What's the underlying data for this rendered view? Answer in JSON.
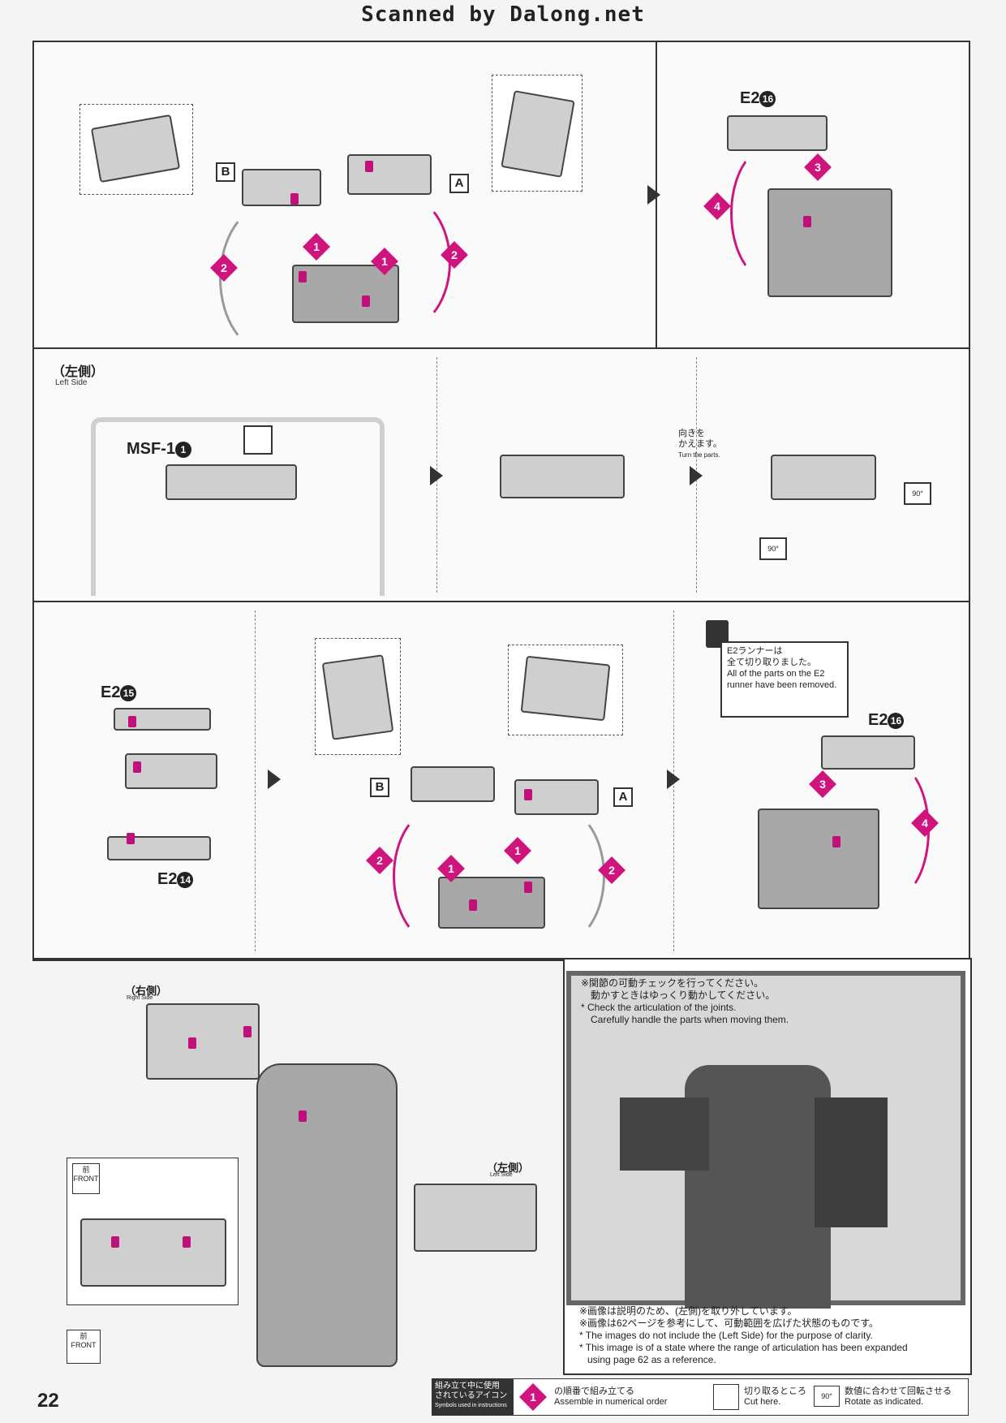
{
  "header": {
    "scan_credit": "Scanned by Dalong.net"
  },
  "page": {
    "number": "22"
  },
  "labels": {
    "B": "B",
    "A": "A",
    "e2_16": "E2",
    "e2_16_num": "16",
    "e2_15": "E2",
    "e2_15_num": "15",
    "e2_14": "E2",
    "e2_14_num": "14",
    "msf": "MSF-1",
    "msf_num": "1",
    "step1": "1",
    "step2": "2",
    "step3": "3",
    "step4": "4"
  },
  "left_side": {
    "jp": "（左側）",
    "en": "Left Side"
  },
  "right_side": {
    "jp": "（右側）",
    "en": "Right Side"
  },
  "turn_parts": {
    "jp": "向きを\nかえます。",
    "en": "Turn the parts."
  },
  "rotate_90": "90°",
  "runner_removed": {
    "jp": "E2ランナーは\n全て切り取りました。",
    "en": "All of the parts on the E2 runner have been removed."
  },
  "front": {
    "jp": "前",
    "en": "FRONT"
  },
  "photo_note_top": {
    "jp1": "※関節の可動チェックを行ってください。",
    "jp2": "動かすときはゆっくり動かしてください。",
    "en1": "* Check the articulation of the joints.",
    "en2": "Carefully handle the parts when moving them."
  },
  "photo_note_bottom": {
    "jp1": "※画像は説明のため、(左側)を取り外しています。",
    "jp2": "※画像は62ページを参考にして、可動範囲を広げた状態のものです。",
    "en1": "* The images do not include the (Left Side) for the purpose of clarity.",
    "en2": "* This image is of a state where the range of articulation has been expanded",
    "en3": "using page 62 as a reference."
  },
  "legend": {
    "title_jp": "組み立て中に使用\nされているアイコン",
    "title_en": "Symbols used in instructions",
    "order_jp": "の順番で組み立てる",
    "order_en": "Assemble in numerical order",
    "cut_jp": "切り取るところ",
    "cut_en": "Cut here.",
    "rotate_jp": "数値に合わせて回転させる",
    "rotate_en": "Rotate as indicated."
  },
  "colors": {
    "accent": "#d0147e",
    "line": "#333333"
  }
}
